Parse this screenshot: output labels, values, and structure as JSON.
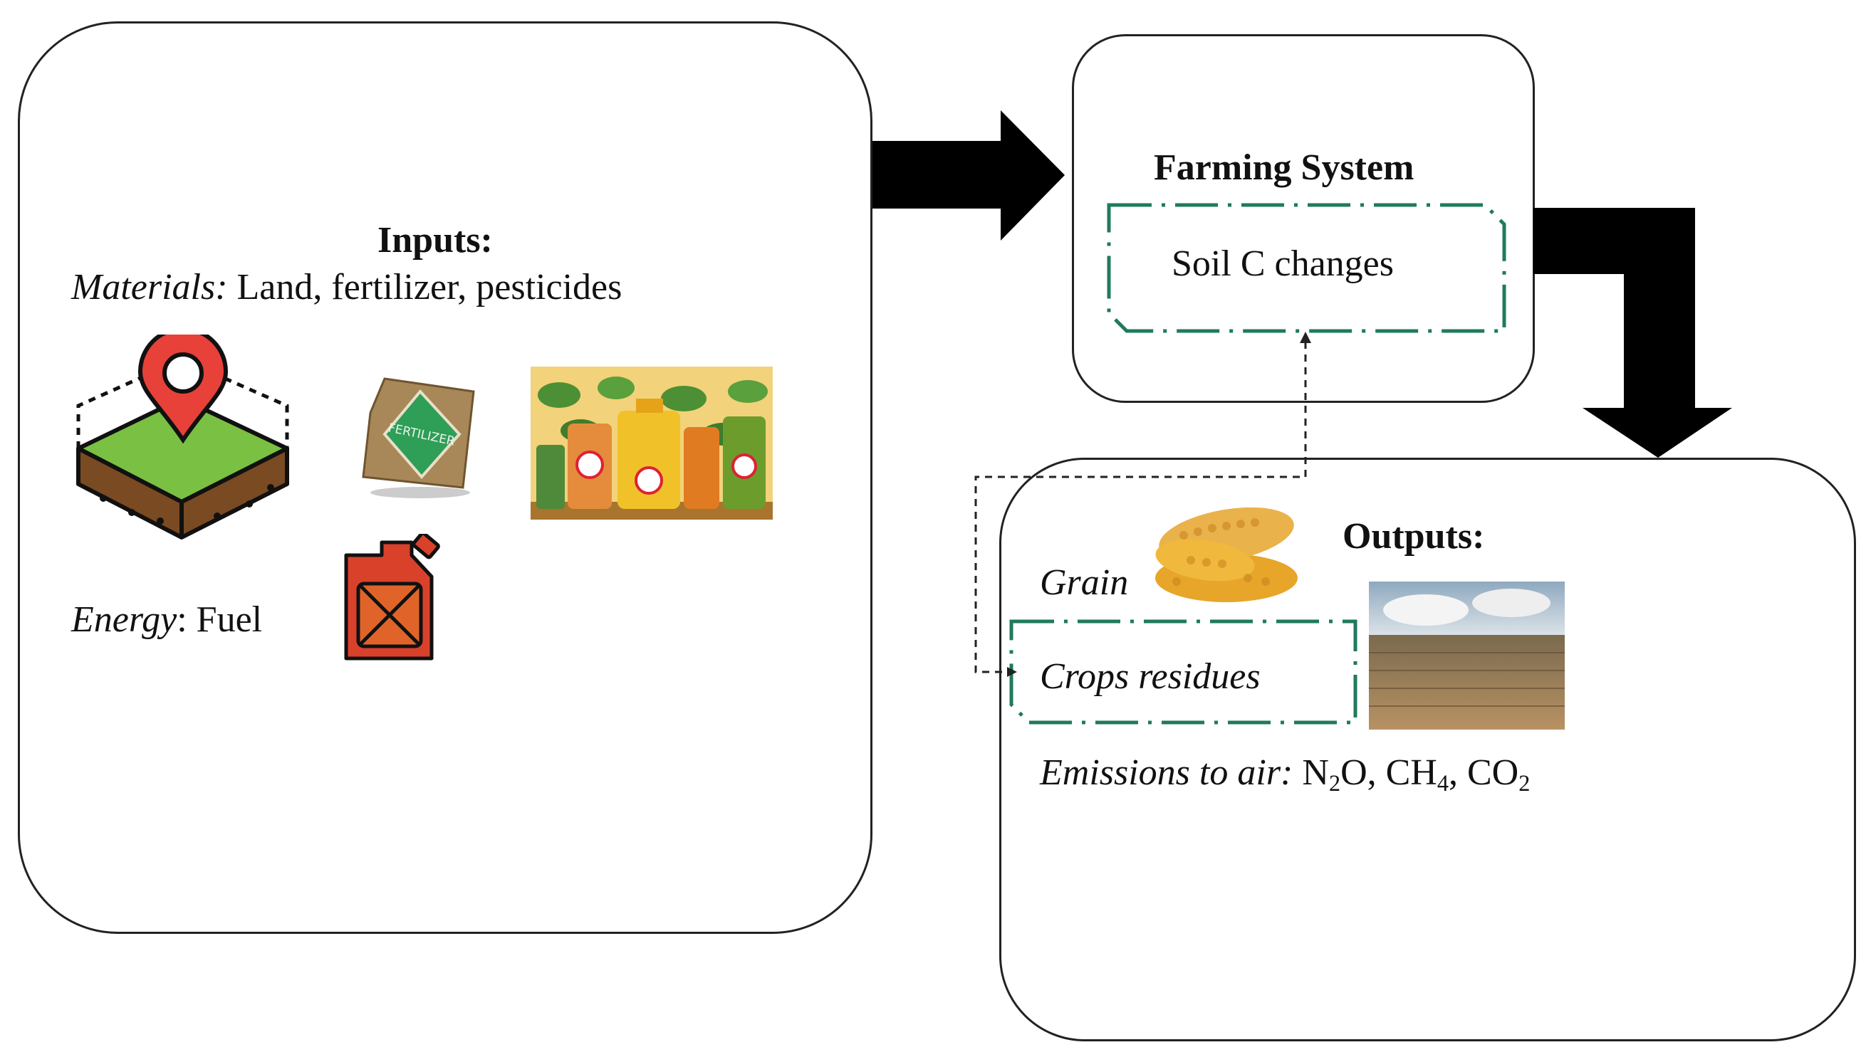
{
  "inputs": {
    "heading": "Inputs:",
    "materials_label": "Materials:",
    "materials_text": " Land, fertilizer, pesticides",
    "energy_label": "Energy",
    "energy_text": ": Fuel",
    "fertilizer_bag_text": "FERTILIZER"
  },
  "farming": {
    "title": "Farming System",
    "inner_label": "Soil C changes"
  },
  "outputs": {
    "heading": "Outputs:",
    "grain": "Grain",
    "residues": "Crops residues",
    "emissions_label": "Emissions to air:",
    "gases": [
      {
        "base": "N",
        "sub": "2",
        "rest": "O"
      },
      {
        "base": "CH",
        "sub": "4",
        "rest": ""
      },
      {
        "base": "CO",
        "sub": "2",
        "rest": ""
      }
    ],
    "separator": ", "
  },
  "colors": {
    "outline": "#222222",
    "dash_teal": "#1f7a5e",
    "pin_red": "#e8413a",
    "grass_green": "#79c043",
    "soil_brown": "#7a4a22",
    "can_red": "#d9412b",
    "can_inner": "#e0642a",
    "bag_tan": "#a88858",
    "bag_green": "#2f9e57",
    "corn": "#e7a52a"
  },
  "icons": {
    "land": "land-plot-pin-icon",
    "fertilizer": "fertilizer-bag-icon",
    "pesticides": "pesticide-bottles-image",
    "fuel": "jerrycan-icon",
    "grain": "corn-cob-image",
    "residues": "harvested-field-image"
  }
}
